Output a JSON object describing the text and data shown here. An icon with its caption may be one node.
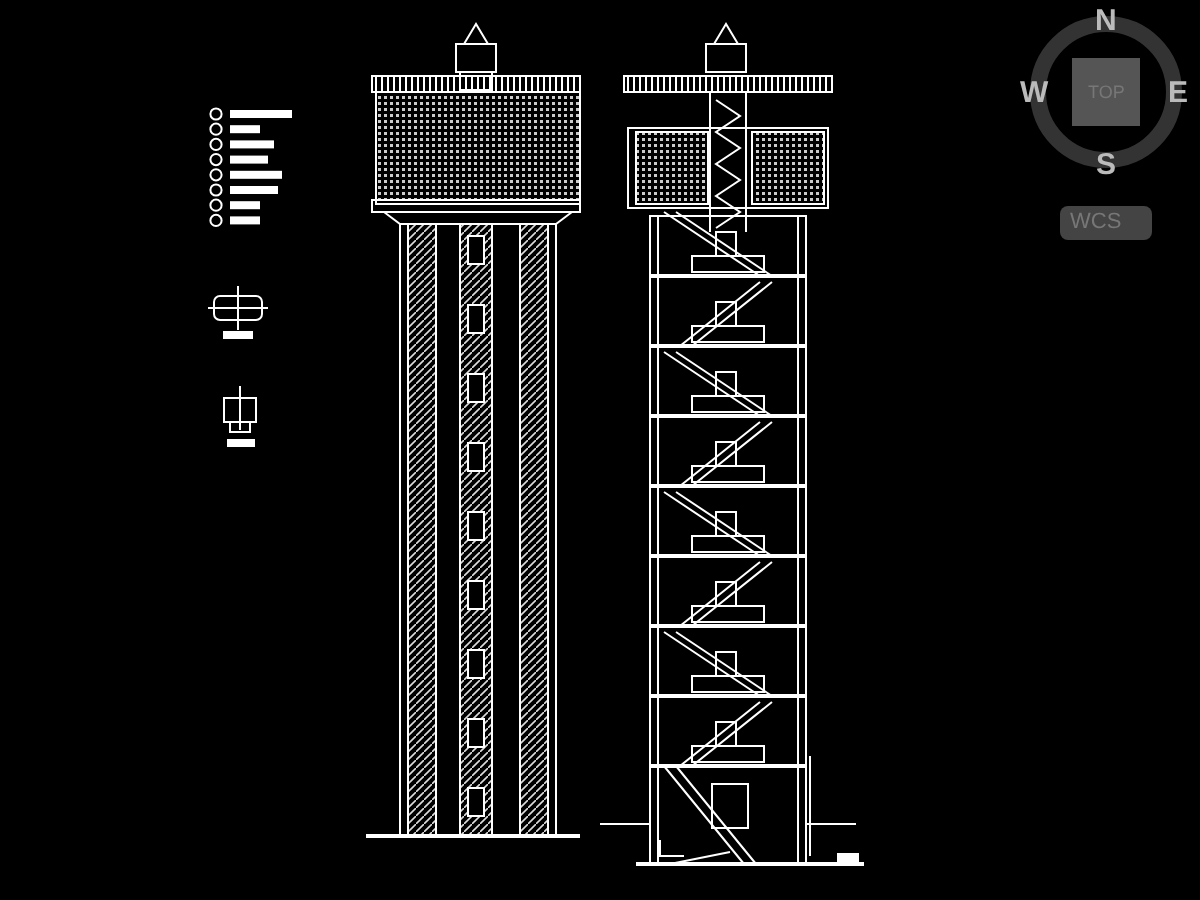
{
  "diagram": {
    "labels": [
      "N",
      "W",
      "E",
      "S",
      "TOP",
      "WCS"
    ]
  }
}
